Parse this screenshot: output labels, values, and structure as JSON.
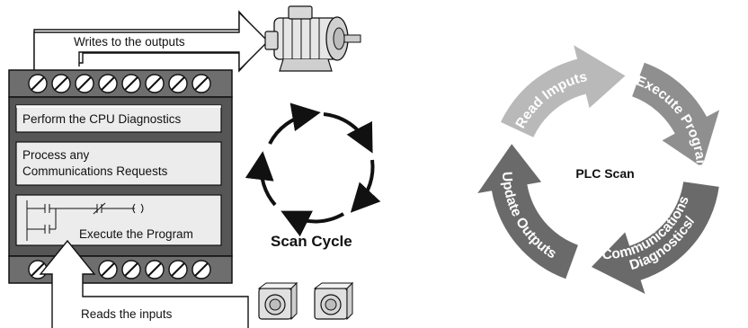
{
  "left_diagram": {
    "writes_label": "Writes to the outputs",
    "reads_label": "Reads the inputs",
    "panel_1": "Perform the CPU Diagnostics",
    "panel_2_line1": "Process any",
    "panel_2_line2": "Communications Requests",
    "panel_3": "Execute the Program",
    "scan_cycle": "Scan Cycle",
    "icons": [
      "motor-icon",
      "pushbutton-icon",
      "ladder-logic-icon",
      "terminal-screw-icon"
    ]
  },
  "right_diagram": {
    "center": "PLC Scan",
    "steps": [
      "Read Imputs",
      "Execute Program",
      "Diagnostics/",
      "Communications",
      "Update Outputs"
    ],
    "colors": {
      "light": "#b9b9b9",
      "mid": "#8f8f8f",
      "dark": "#6a6a6a"
    }
  }
}
